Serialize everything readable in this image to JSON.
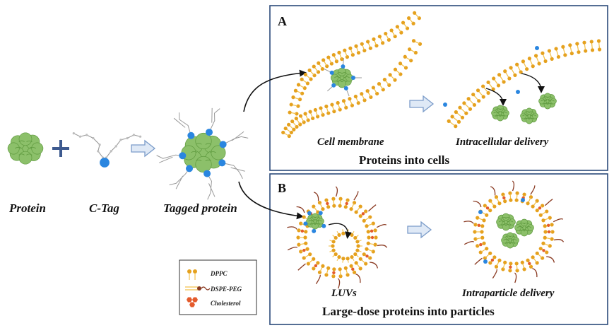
{
  "labels": {
    "protein": "Protein",
    "ctag": "C-Tag",
    "tagged": "Tagged protein",
    "panel_a_letter": "A",
    "panel_b_letter": "B",
    "cell_membrane": "Cell membrane",
    "intracellular": "Intracellular delivery",
    "proteins_into_cells": "Proteins into cells",
    "luvs": "LUVs",
    "intraparticle": "Intraparticle delivery",
    "large_dose": "Large-dose proteins into particles"
  },
  "legend": {
    "items": [
      "DPPC",
      "DSPE-PEG",
      "Cholesterol"
    ]
  },
  "colors": {
    "lipid_head": "#e5a11e",
    "lipid_tail": "#f2c14e",
    "peg_chain": "#8a3a22",
    "cholesterol": "#e45b2c",
    "protein": "#8cc06a",
    "protein_dark": "#5f9a3f",
    "tag_blue": "#2a86e0",
    "panel_border": "#2b4a7a",
    "arrow_fill": "#dfe9f6",
    "arrow_stroke": "#7b9cc9"
  }
}
